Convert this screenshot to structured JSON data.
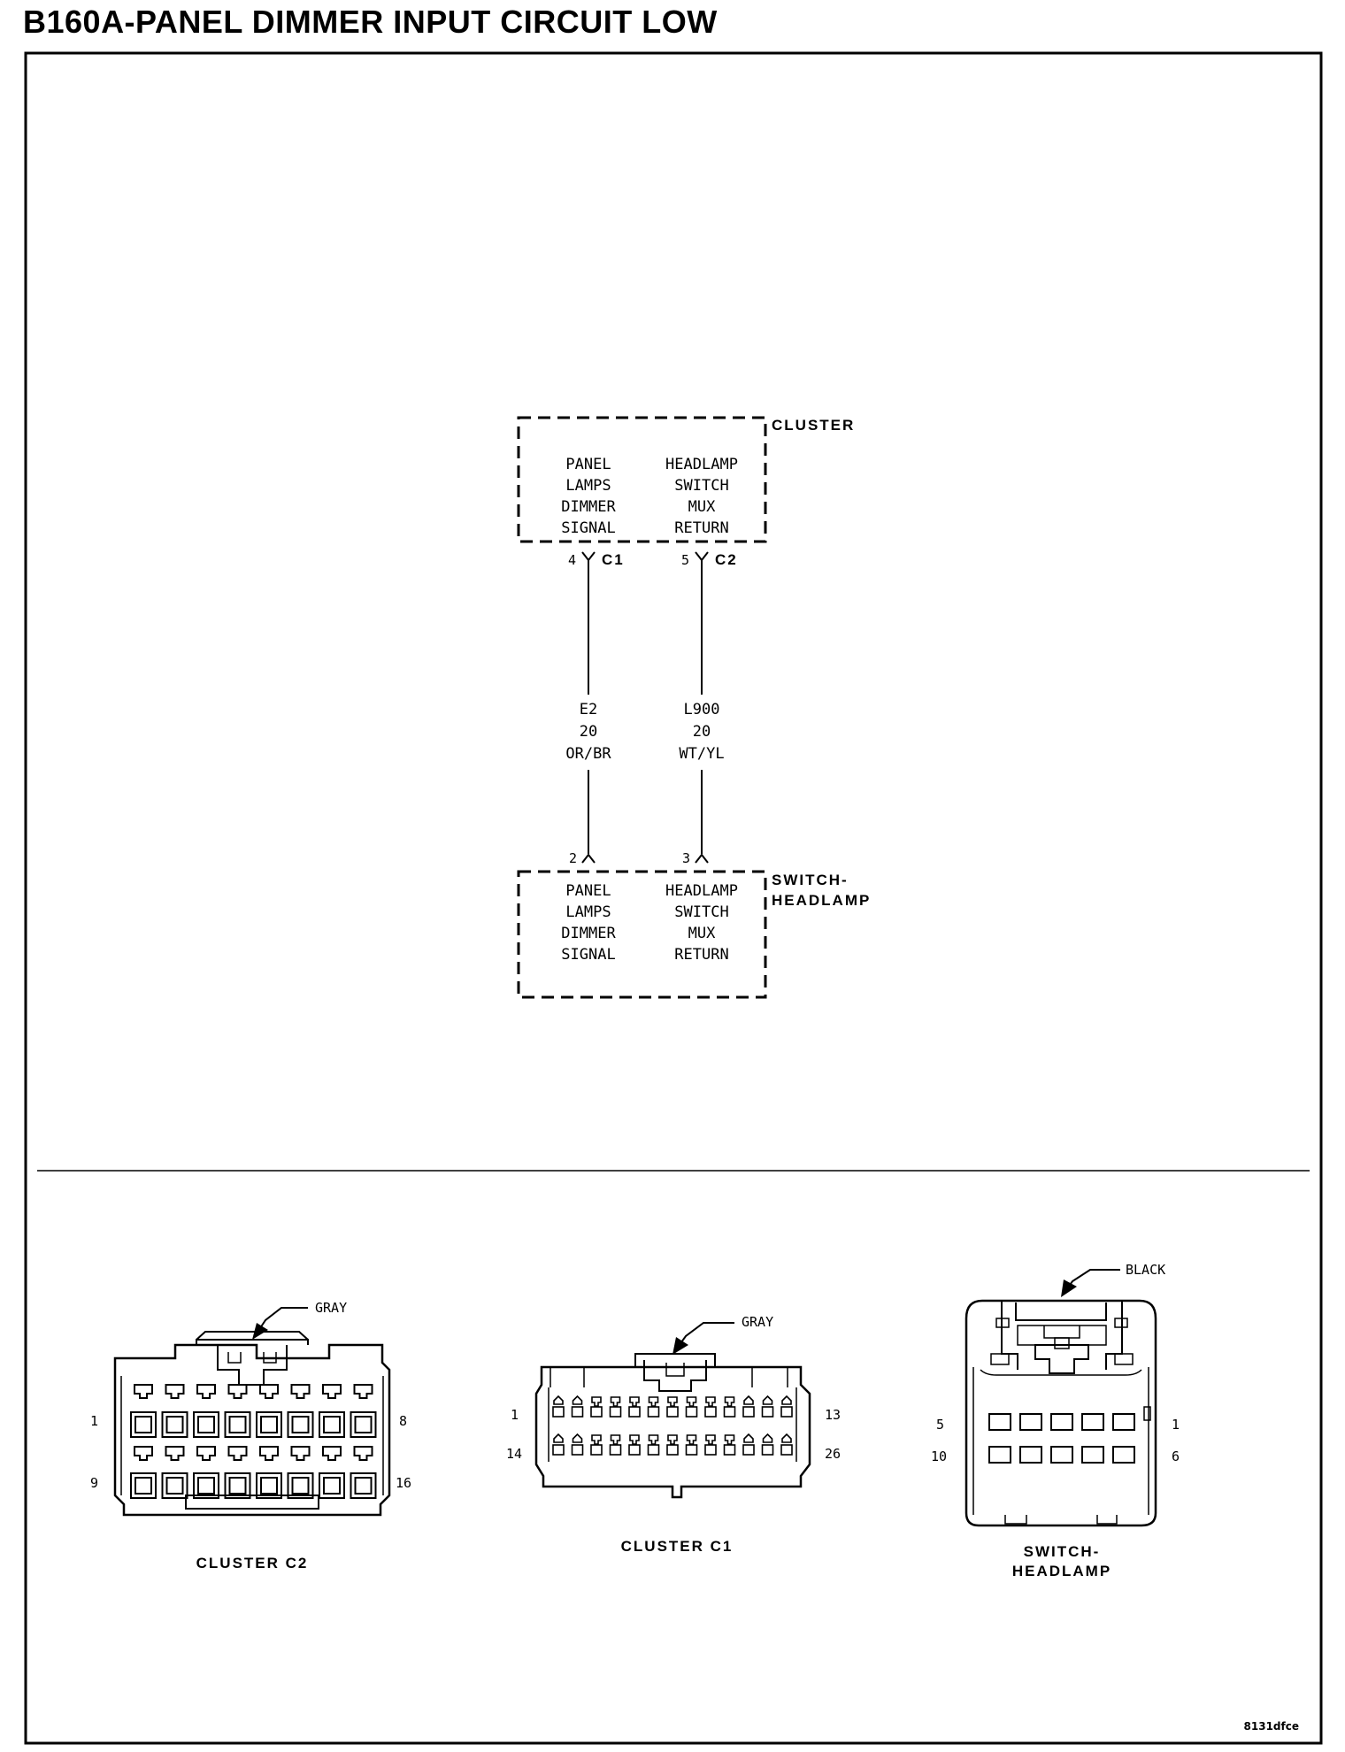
{
  "title": "B160A-PANEL DIMMER INPUT CIRCUIT LOW",
  "cluster": {
    "name": "CLUSTER",
    "left_function": [
      "PANEL",
      "LAMPS",
      "DIMMER",
      "SIGNAL"
    ],
    "right_function": [
      "HEADLAMP",
      "SWITCH",
      "MUX",
      "RETURN"
    ],
    "pin_left": "4",
    "conn_left": "C1",
    "pin_right": "5",
    "conn_right": "C2"
  },
  "wires": [
    {
      "circuit": "E2",
      "gauge": "20",
      "color": "OR/BR"
    },
    {
      "circuit": "L900",
      "gauge": "20",
      "color": "WT/YL"
    }
  ],
  "switch": {
    "name_line1": "SWITCH-",
    "name_line2": "HEADLAMP",
    "pin_left": "2",
    "pin_right": "3",
    "left_function": [
      "PANEL",
      "LAMPS",
      "DIMMER",
      "SIGNAL"
    ],
    "right_function": [
      "HEADLAMP",
      "SWITCH",
      "MUX",
      "RETURN"
    ]
  },
  "connectors": {
    "cluster_c2": {
      "label": "CLUSTER C2",
      "color": "GRAY",
      "pins": [
        "1",
        "8",
        "9",
        "16"
      ]
    },
    "cluster_c1": {
      "label": "CLUSTER C1",
      "color": "GRAY",
      "pins": [
        "1",
        "13",
        "14",
        "26"
      ]
    },
    "switch_headlamp": {
      "label_line1": "SWITCH-",
      "label_line2": "HEADLAMP",
      "color": "BLACK",
      "pins": [
        "5",
        "1",
        "10",
        "6"
      ]
    }
  },
  "figure_id": "8131dfce"
}
